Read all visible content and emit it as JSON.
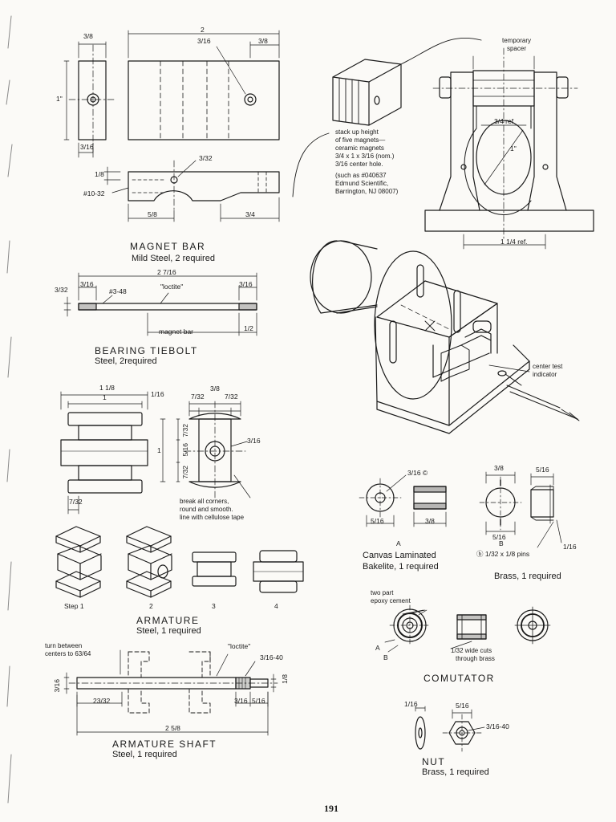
{
  "magnet_bar": {
    "title": "MAGNET BAR",
    "subtitle": "Mild Steel, 2 required",
    "dims": {
      "d2": "2",
      "d3_8a": "3/8",
      "d3_16a": "3/16",
      "d3_8b": "3/8",
      "d1": "1\"",
      "d3_16b": "3/16",
      "d3_32": "3/32",
      "d1_8": "1/8",
      "thread": "#10-32",
      "d5_8": "5/8",
      "d3_4": "3/4"
    }
  },
  "magnets_note": {
    "lines": [
      "stack up height",
      "of five magnets—",
      "ceramic magnets",
      "3/4 x 1 x 3/16 (nom.)",
      "3/16 center hole."
    ],
    "source_lines": [
      "(such as #040637",
      "Edmund Scientific,",
      "Barrington, NJ 08007)"
    ]
  },
  "jig": {
    "temporary_spacer": "temporary spacer",
    "ref34": "3/4 ref",
    "d1": "1\"",
    "ref114": "1 1/4 ref.",
    "center_test": "center test indicator"
  },
  "bearing_tiebolt": {
    "title": "BEARING TIEBOLT",
    "subtitle": "Steel, 2required",
    "dims": {
      "total": "2 7/16",
      "d3_16a": "3/16",
      "thread": "#3-48",
      "loctite": "\"loctite\"",
      "d3_16b": "3/16",
      "d3_32": "3/32",
      "magnet_bar": "magnet bar",
      "d1_2": "1/2"
    }
  },
  "armature_detail": {
    "dims": {
      "d1_1_8": "1 1/8",
      "d1": "1",
      "d1_16": "1/16",
      "d7_32a": "7/32",
      "d7_32b": "7/32",
      "d3_8": "3/8",
      "d3_16": "3/16",
      "d7_32c": "7/32",
      "d5_16": "5/16",
      "d7_32d": "7/32",
      "d1v": "1",
      "d7_32e": "7/32"
    },
    "note": [
      "break all corners,",
      "round and smooth.",
      "line with cellulose tape"
    ]
  },
  "armature": {
    "title": "ARMATURE",
    "subtitle": "Steel, 1 required",
    "steps": [
      "Step 1",
      "2",
      "3",
      "4"
    ]
  },
  "armature_shaft": {
    "title": "ARMATURE SHAFT",
    "subtitle": "Steel, 1 required",
    "note": [
      "turn between",
      "centers to 63/64"
    ],
    "dims": {
      "loctite": "\"loctite\"",
      "thread": "3/16-40",
      "d3_16": "3/16",
      "d23_32": "23/32",
      "d3_16b": "3/16",
      "d5_16": "5/16",
      "d1_8": "1/8",
      "total": "2 5/8"
    }
  },
  "bakelite": {
    "label": "A",
    "title": "Canvas Laminated",
    "subtitle": "Bakelite, 1 required",
    "dims": {
      "d3_16c": "3/16 ©",
      "d5_16": "5/16",
      "d3_8": "3/8"
    }
  },
  "brass_part": {
    "label": "B",
    "subtitle": "Brass, 1 required",
    "dims": {
      "d3_8": "3/8",
      "d5_16a": "5/16",
      "d5_16b": "5/16",
      "pins": "ⓑ 1/32 x 1/8 pins",
      "d1_16": "1/16"
    }
  },
  "comutator": {
    "title": "COMUTATOR",
    "epoxy": [
      "two part",
      "epoxy cement"
    ],
    "cuts": [
      "1/32 wide cuts",
      "through brass"
    ],
    "labA": "A",
    "labB": "B"
  },
  "nut": {
    "title": "NUT",
    "subtitle": "Brass, 1 required",
    "dims": {
      "d1_16": "1/16",
      "d5_16": "5/16",
      "thread": "3/16-40"
    }
  },
  "page_number": "191",
  "colors": {
    "ink": "#1a1a1a",
    "paper": "#fbfaf7"
  }
}
